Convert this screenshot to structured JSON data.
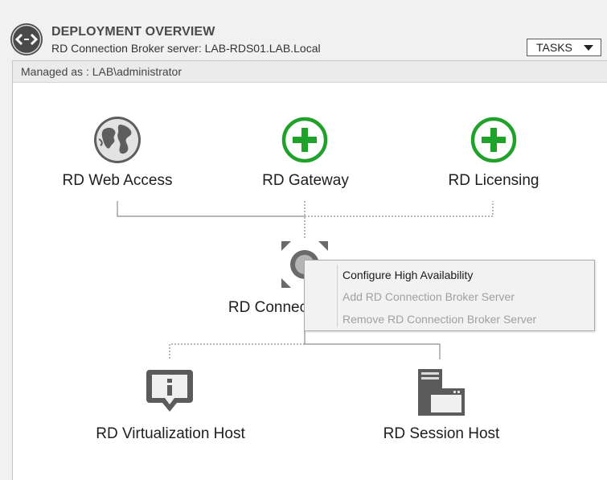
{
  "header": {
    "title": "DEPLOYMENT OVERVIEW",
    "subtitle": "RD Connection Broker server: LAB-RDS01.LAB.Local",
    "tasks_label": "TASKS"
  },
  "panel": {
    "managed_as": "Managed as : LAB\\administrator"
  },
  "roles": {
    "web_access": {
      "label": "RD Web Access",
      "icon": "globe-icon"
    },
    "gateway": {
      "label": "RD Gateway",
      "icon": "add-plus-icon"
    },
    "licensing": {
      "label": "RD Licensing",
      "icon": "add-plus-icon"
    },
    "connection_broker": {
      "label": "RD Connec",
      "icon": "connection-broker-icon"
    },
    "virtualization_host": {
      "label": "RD Virtualization Host",
      "icon": "info-bubble-icon"
    },
    "session_host": {
      "label": "RD Session Host",
      "icon": "server-window-icon"
    }
  },
  "context_menu": {
    "items": [
      {
        "label": "Configure High Availability",
        "enabled": true
      },
      {
        "label": "Add RD Connection Broker Server",
        "enabled": false
      },
      {
        "label": "Remove RD Connection Broker Server",
        "enabled": false
      }
    ]
  },
  "colors": {
    "accent_green": "#1fa12a",
    "icon_gray": "#5b5b5b",
    "disabled_text": "#a0a0a0"
  }
}
